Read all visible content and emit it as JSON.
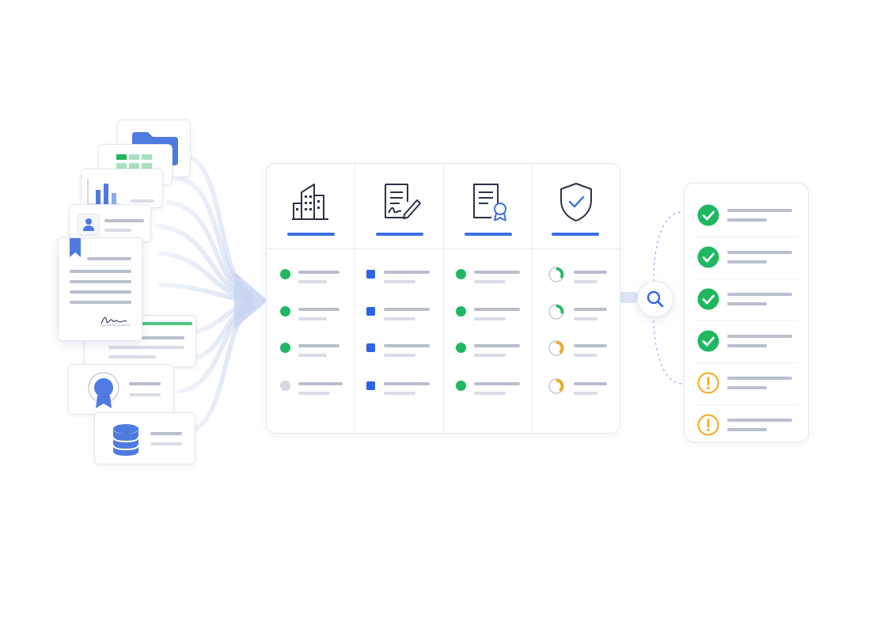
{
  "title": "",
  "columns": [
    {
      "icon": "building-icon",
      "marker": "status-dot"
    },
    {
      "icon": "signed-document-icon",
      "marker": "square"
    },
    {
      "icon": "certificate-icon",
      "marker": "status-dot"
    },
    {
      "icon": "shield-check-icon",
      "marker": "progress-ring"
    }
  ],
  "progress_rings": [
    0.35,
    0.3,
    0.4,
    0.4
  ],
  "results": [
    {
      "status": "ok"
    },
    {
      "status": "ok"
    },
    {
      "status": "ok"
    },
    {
      "status": "ok"
    },
    {
      "status": "warning"
    },
    {
      "status": "warning"
    }
  ],
  "input_documents": [
    "folder-icon",
    "spreadsheet-icon",
    "bar-chart-icon",
    "profile-icon",
    "signed-document-icon",
    "lined-document-icon",
    "certificate-badge-icon",
    "database-icon"
  ],
  "colors": {
    "accent": "#3b6fe0",
    "success": "#1fb860",
    "warning": "#f2a818",
    "neutral": "#d6d9e1",
    "line": "#b9bfcc"
  }
}
